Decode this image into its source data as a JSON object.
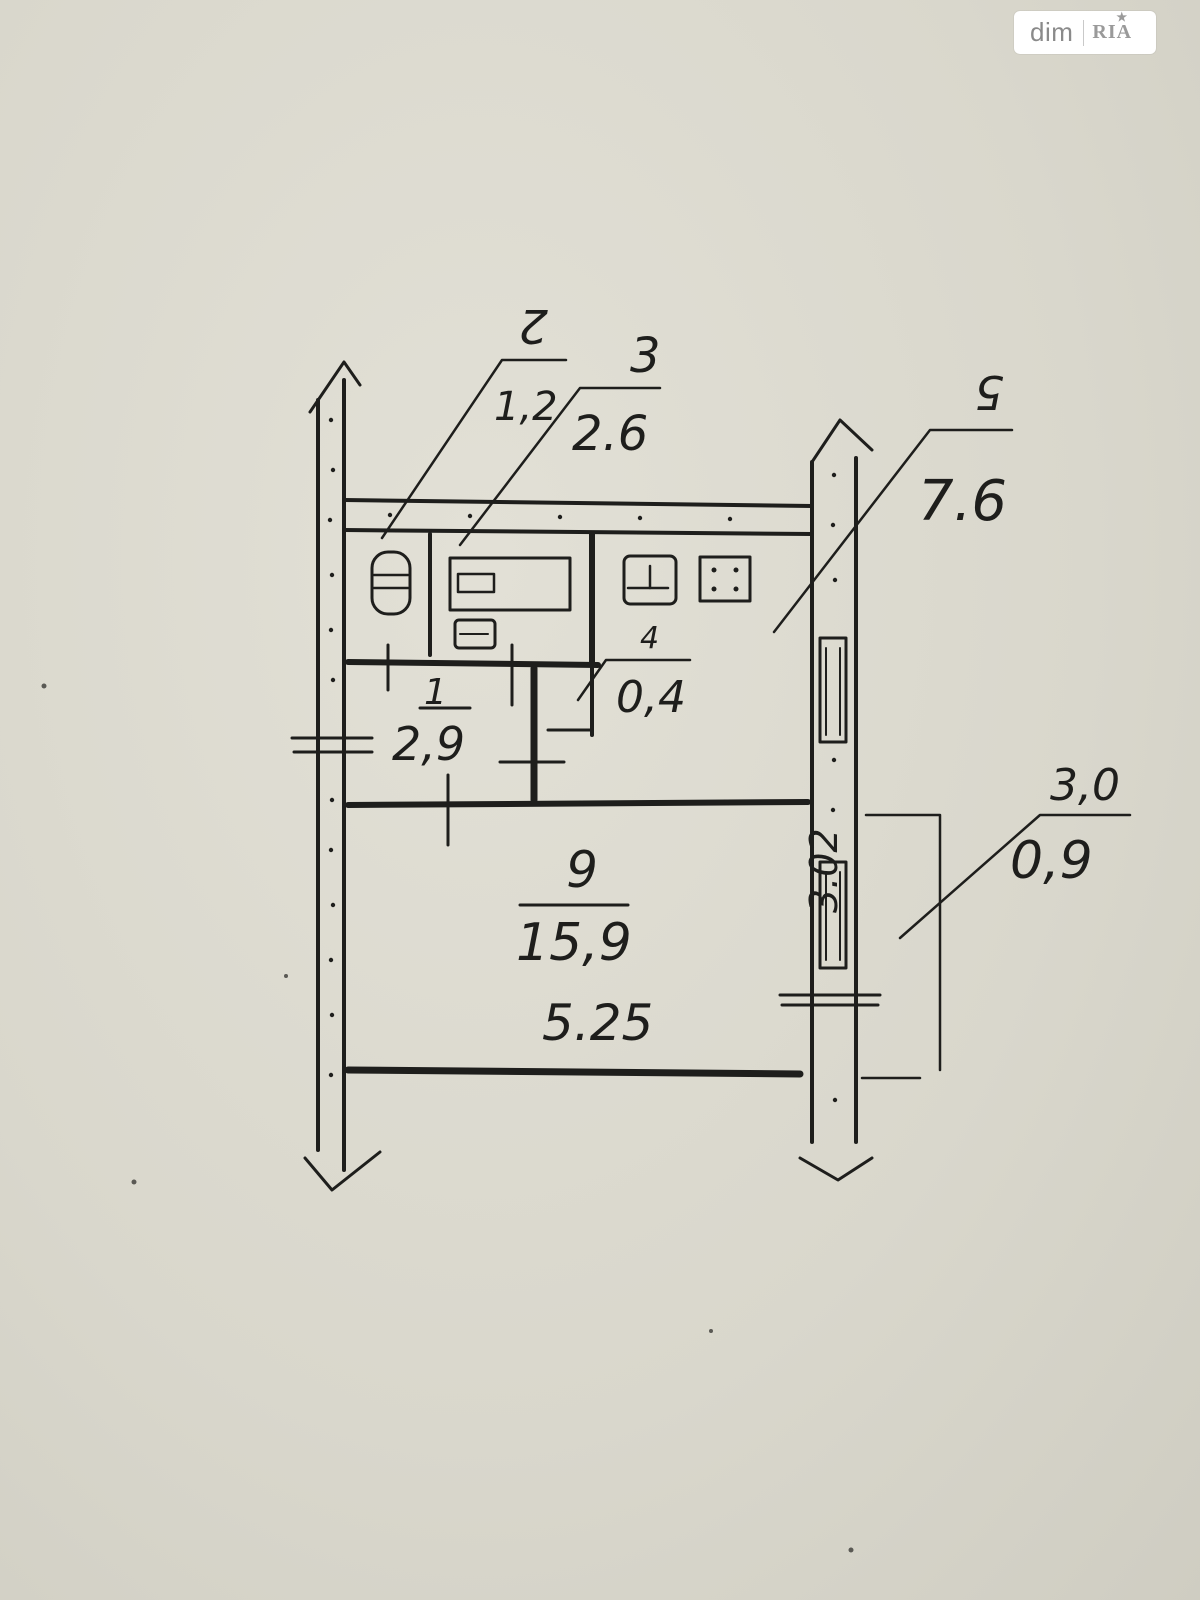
{
  "watermark": {
    "left": "dim",
    "right": "RIA"
  },
  "rooms": [
    {
      "number": "1",
      "area": "2,9"
    },
    {
      "number": "2",
      "area": "1,2"
    },
    {
      "number": "3",
      "area": "2.6"
    },
    {
      "number": "4",
      "area": "0,4"
    },
    {
      "number": "5",
      "area": "7.6"
    },
    {
      "number": "6",
      "area": "15,9"
    }
  ],
  "balcony": {
    "length": "3,0",
    "area": "0,9"
  },
  "dimensions": {
    "room_width": "5.25",
    "room_depth": "3.02"
  }
}
